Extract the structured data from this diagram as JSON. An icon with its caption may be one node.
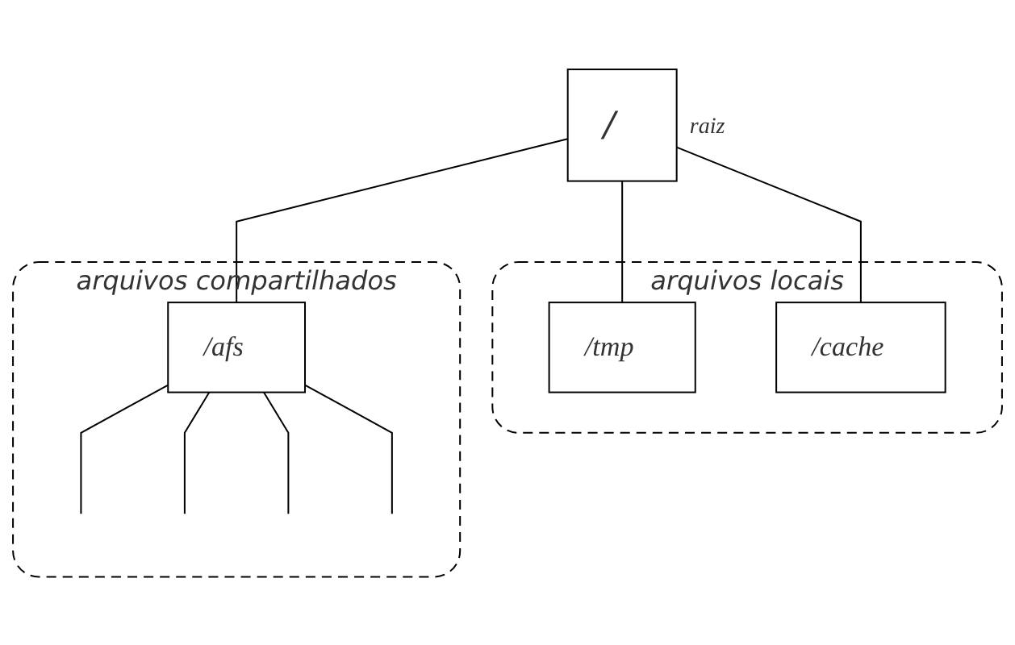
{
  "diagram": {
    "nodes": [
      {
        "text": [
          "/"
        ],
        "beside": [
          "raiz"
        ]
      },
      {
        "text": [
          "arquivos locais"
        ]
      },
      {
        "text": [
          "/tmp"
        ],
        "in": 1
      },
      {
        "text": [
          "/cache"
        ],
        "in": 1
      },
      {
        "text": [
          "arquivos compartilhados"
        ]
      },
      {
        "text": [
          "/afs"
        ],
        "in": 4
      }
    ],
    "edges": [
      {
        "from": 0,
        "to": 2,
        "arrow": "none"
      },
      {
        "from": 0,
        "to": 3,
        "arrow": "none"
      },
      {
        "from": 0,
        "to": 5,
        "arrow": "none"
      },
      {
        "from": 5,
        "to": null,
        "arrow": "none"
      },
      {
        "from": 5,
        "to": null,
        "arrow": "none"
      },
      {
        "from": 5,
        "to": null,
        "arrow": "none"
      },
      {
        "from": 5,
        "to": null,
        "arrow": "none"
      }
    ]
  }
}
